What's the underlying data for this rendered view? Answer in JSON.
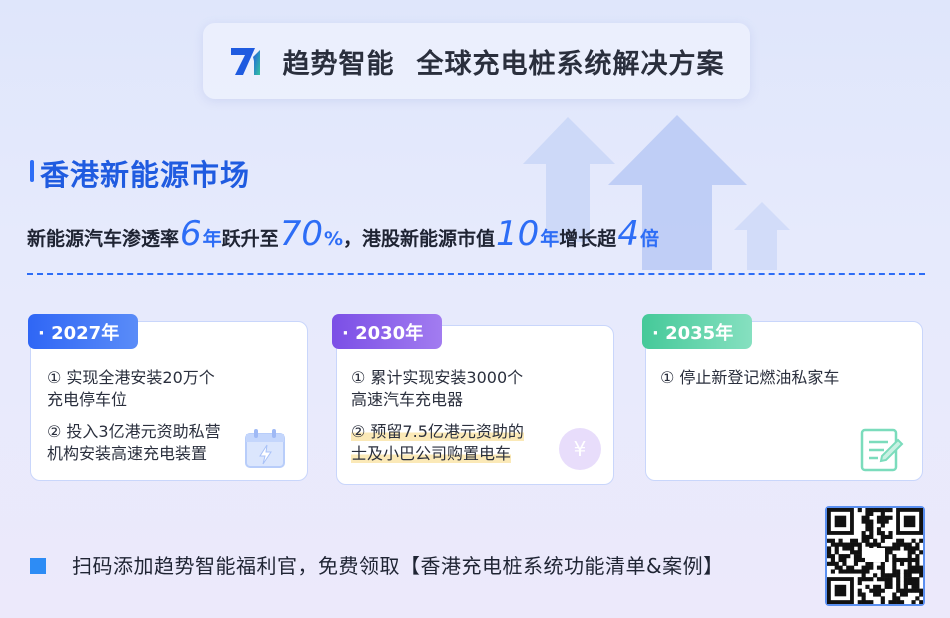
{
  "header": {
    "brand": "趋势智能",
    "tagline": "全球充电桩系统解决方案",
    "logo_text": "7"
  },
  "section": {
    "title": "香港新能源市场"
  },
  "stats": {
    "part1": "新能源汽车渗透率",
    "num1": "6",
    "unit1": "年",
    "part2": "跃升至",
    "num2": "70",
    "unit2": "%",
    "part3": "，港股新能源市值",
    "num3": "10",
    "unit3": "年",
    "part4": "增长超",
    "num4": "4",
    "unit4": "倍"
  },
  "cards": [
    {
      "year": "· 2027年",
      "lines": [
        "① 实现全港安装20万个",
        "充电停车位",
        "② 投入3亿港元资助私营",
        "机构安装高速充电装置"
      ],
      "icon": "charger-calendar-icon"
    },
    {
      "year": "· 2030年",
      "lines": [
        "① 累计实现安装3000个",
        "高速汽车充电器",
        "② 预留7.5亿港元资助的",
        "士及小巴公司购置电车"
      ],
      "icon": "yen-coin-icon"
    },
    {
      "year": "· 2035年",
      "lines": [
        "① 停止新登记燃油私家车"
      ],
      "icon": "document-edit-icon"
    }
  ],
  "footer": {
    "cta": "扫码添加趋势智能福利官，免费领取【香港充电桩系统功能清单&案例】",
    "qr_icon": "qr-code-icon"
  },
  "colors": {
    "accent": "#2d6df6",
    "badge_2027": "#3a6ff7",
    "badge_2030": "#8a5ae8",
    "badge_2035": "#4fcfa2"
  }
}
